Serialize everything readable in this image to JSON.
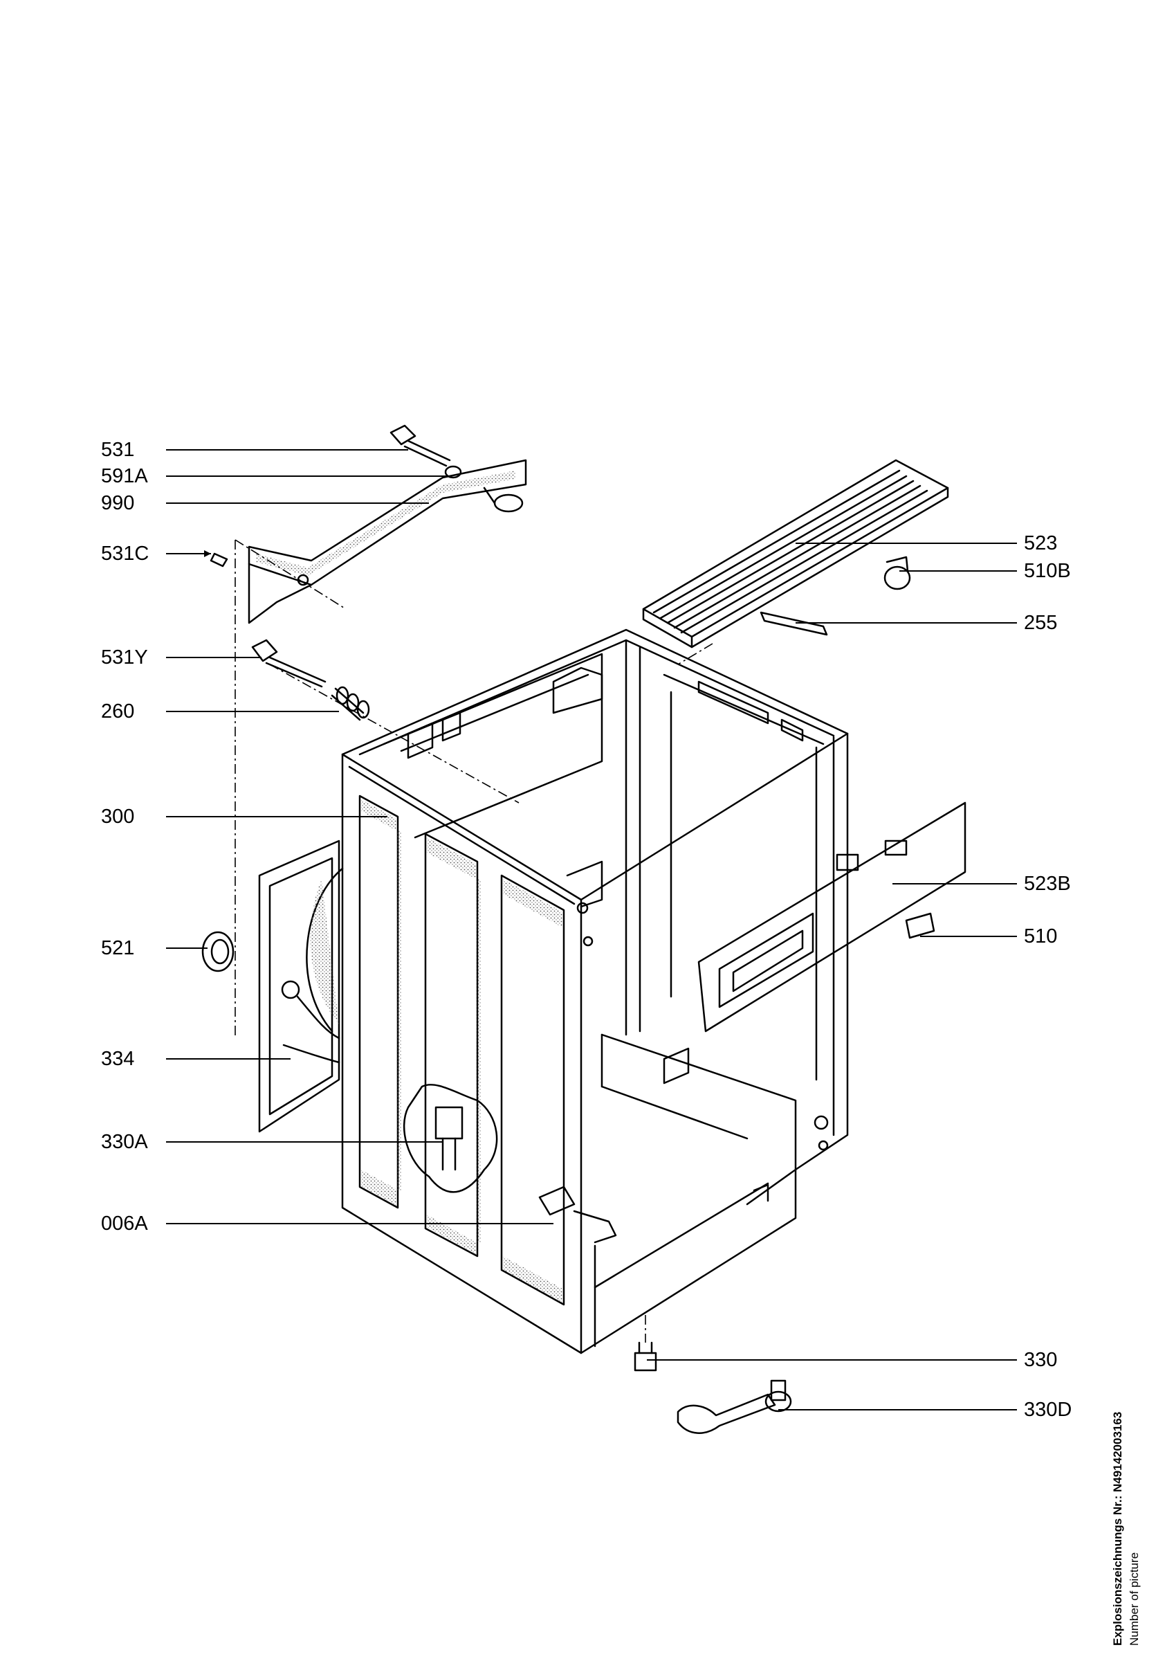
{
  "callouts_left": [
    {
      "id": "531",
      "label": "531"
    },
    {
      "id": "591A",
      "label": "591A"
    },
    {
      "id": "990",
      "label": "990"
    },
    {
      "id": "531C",
      "label": "531C"
    },
    {
      "id": "531Y",
      "label": "531Y"
    },
    {
      "id": "260",
      "label": "260"
    },
    {
      "id": "300",
      "label": "300"
    },
    {
      "id": "521",
      "label": "521"
    },
    {
      "id": "334",
      "label": "334"
    },
    {
      "id": "330A",
      "label": "330A"
    },
    {
      "id": "006A",
      "label": "006A"
    }
  ],
  "callouts_right": [
    {
      "id": "523",
      "label": "523"
    },
    {
      "id": "510B",
      "label": "510B"
    },
    {
      "id": "255",
      "label": "255"
    },
    {
      "id": "523B",
      "label": "523B"
    },
    {
      "id": "510",
      "label": "510"
    },
    {
      "id": "330",
      "label": "330"
    },
    {
      "id": "330D",
      "label": "330D"
    }
  ],
  "footer": {
    "title": "Explosionszeichnungs Nr.: N49142003163",
    "subtitle": "Number of picture"
  },
  "colors": {
    "ink": "#000000",
    "paper": "#ffffff",
    "shading": "#9a9a9a"
  }
}
